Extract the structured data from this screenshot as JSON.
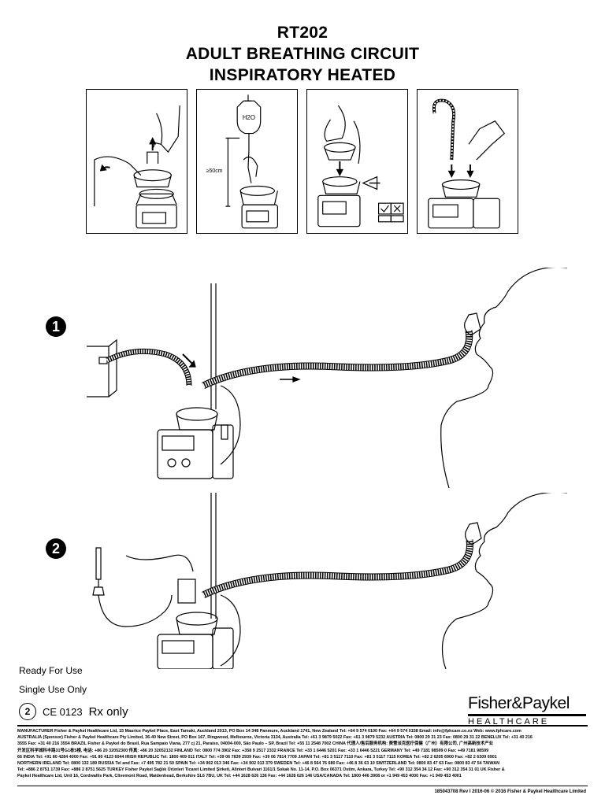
{
  "header": {
    "code": "RT202",
    "line1": "ADULT BREATHING CIRCUIT",
    "line2": "INSPIRATORY HEATED"
  },
  "panels": {
    "water_label": "H2O",
    "height_label": "≥50cm"
  },
  "steps": {
    "step1": "1",
    "step2": "2"
  },
  "notes": {
    "ready": "Ready For Use",
    "single_use": "Single Use Only",
    "ce": "CE 0123",
    "rx": "Rx only"
  },
  "logo": {
    "top": "Fisher&Paykel",
    "bottom": "HEALTHCARE"
  },
  "fine_print": {
    "l1": "MANUFACTURER Fisher & Paykel Healthcare Ltd, 15 Maurice Paykel Place, East Tamaki, Auckland 2013, PO Box 14 348 Panmure, Auckland 1741, New Zealand Tel: +64 9 574 0100 Fax: +64 9 574 0158 Email: info@fphcare.co.nz Web: www.fphcare.com",
    "l2": "AUSTRALIA (Sponsor) Fisher & Paykel Healthcare Pty Limited, 36-40 New Street, PO Box 167, Ringwood, Melbourne, Victoria 3134, Australia Tel: +61 3 9879 5022 Fax: +61 3 9879 5232  AUSTRIA Tel: 0800 29 31 23 Fax: 0800 29 31 22 BENELUX Tel: +31 40 216",
    "l3": "3555 Fax: +31 40 216 3554  BRAZIL Fisher & Paykel do Brasil, Rua Sampaio Viana, 277 cj 21, Paraíso, 04004-000, São Paulo – SP, Brazil Tel: +55 11 2548 7002  CHINA 代理人/售后服务机构: 费雪派克医疗保健（广州）有限公司, 广州高新技术产业",
    "l4": "开发区科学城科丰路31号G1栋5楼, 电话: +86 20 32052300 传真: +86 20 32052132 FINLAND Tel: 0800 774 3902 Fax: +358 9 2517 2332  FRANCE Tel: +33 1 6446 5201 Fax: +33 1 6446 5221  GERMANY Tel: +49 7181 98599 0 Fax: +49 7181 98599",
    "l5": "66  INDIA Tel: +91 80 4284 4000 Fax: +91 80 4123 6044  IRISH REPUBLIC Tel: 1800 409 011  ITALY Tel: +39 06 7839 2939 Fax: +39 06 7814 7709  JAPAN Tel: +81 3 5117 7110 Fax: +81 3 5117 7115  KOREA Tel: +82 2 6205 6900 Fax: +82 2 6309 6901",
    "l6": "NORTHERN IRELAND Tel: 0800 132 189 RUSSIA Tel and Fax: +7 495 782 21 50 SPAIN Tel: +34 902 013 346 Fax: +34 902 013 379  SWEDEN Tel: +46 8 564 76 680 Fax: +46 8 36 63 10  SWITZERLAND Tel: 0800 83 47 63 Fax: 0800 83 47 54  TAIWAN",
    "l7": "Tel: +886 2 8751 1739 Fax: +886 2 8751 5625  TURKEY Fisher Paykel Sağlık Ürünleri Ticaret Limited Şirketi, Alinteri Bulvari 1161/1 Sokak No. 11-14, P.O. Box 06371 Ostim, Ankara, Turkey Tel: +90 312 354 34 12 Fax: +90 312 354 31 01  UK Fisher &",
    "l8": "Paykel Healthcare Ltd, Unit 16, Cordwallis Park, Clivemont Road, Maidenhead, Berkshire SL6 7BU, UK Tel: +44 1628 626 136 Fax: +44 1628 626 146  USA/CANADA Tel: 1800 446 3908 or +1 949 453 4000 Fax: +1 949 453 4001"
  },
  "doc_ref": "185043708 Rev I 2016-06 © 2016 Fisher & Paykel Healthcare Limited"
}
